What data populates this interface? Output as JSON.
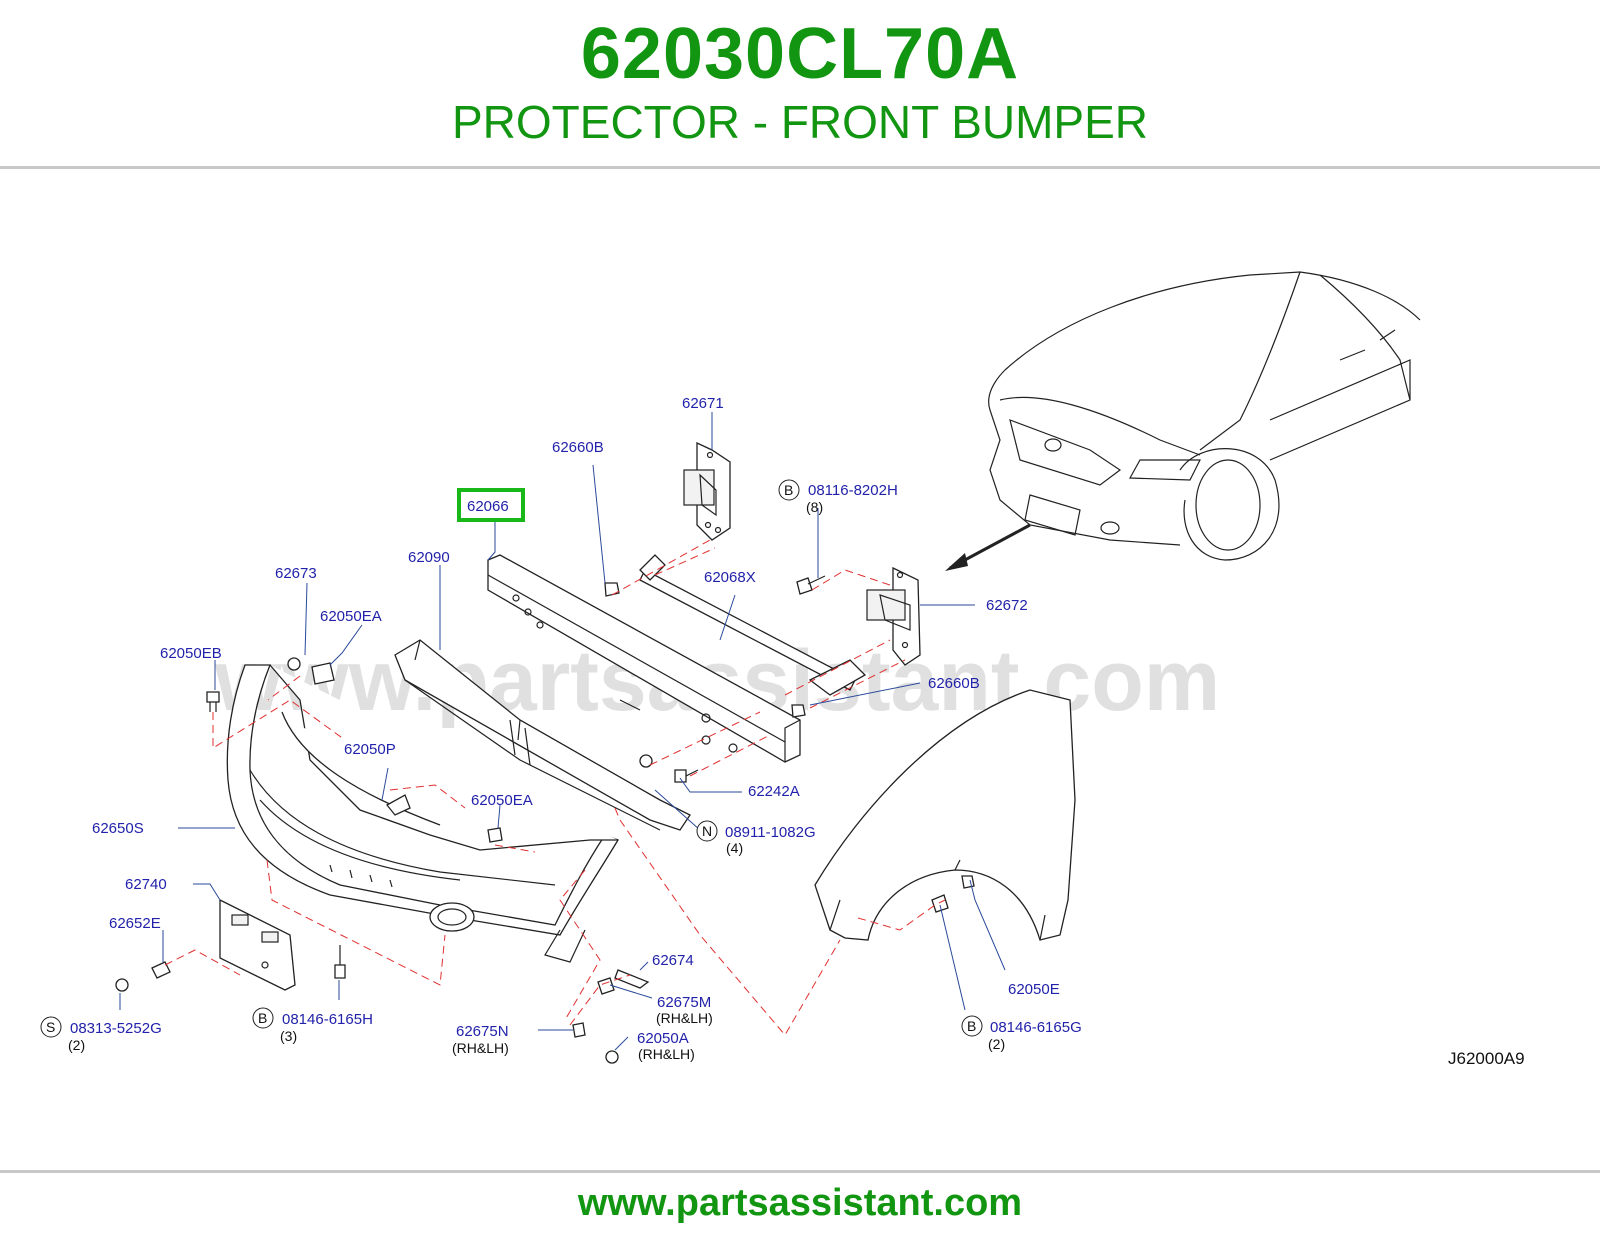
{
  "header": {
    "part_number": "62030CL70A",
    "part_name": "PROTECTOR - FRONT BUMPER"
  },
  "diagram": {
    "watermark": "www.partsassistant.com",
    "diagram_code": "J62000A9",
    "highlighted_part": "62066",
    "labels": {
      "p62671": "62671",
      "p62660B_top": "62660B",
      "p62066": "62066",
      "p08116": "08116-8202H",
      "p08116_qty": "(8)",
      "p62090": "62090",
      "p62068X": "62068X",
      "p62673": "62673",
      "p62672": "62672",
      "p62050EA_top": "62050EA",
      "p62050EB": "62050EB",
      "p62660B_mid": "62660B",
      "p62050P": "62050P",
      "p62242A": "62242A",
      "p62050EA_mid": "62050EA",
      "p62650S": "62650S",
      "p08911": "08911-1082G",
      "p08911_qty": "(4)",
      "p62740": "62740",
      "p62652E": "62652E",
      "p62674": "62674",
      "p62675M": "62675M",
      "p62675M_side": "(RH&LH)",
      "p62050E": "62050E",
      "p08313": "08313-5252G",
      "p08313_qty": "(2)",
      "p08146H": "08146-6165H",
      "p08146H_qty": "(3)",
      "p62675N": "62675N",
      "p62675N_side": "(RH&LH)",
      "p62050A": "62050A",
      "p62050A_side": "(RH&LH)",
      "p08146G": "08146-6165G",
      "p08146G_qty": "(2)",
      "circle_B": "B",
      "circle_S": "S",
      "circle_N": "N"
    }
  },
  "footer": {
    "website": "www.partsassistant.com"
  },
  "colors": {
    "brand_green": "#129612",
    "label_blue": "#2222aa",
    "dashed_red": "#e03030",
    "highlight_green": "#18b818"
  }
}
